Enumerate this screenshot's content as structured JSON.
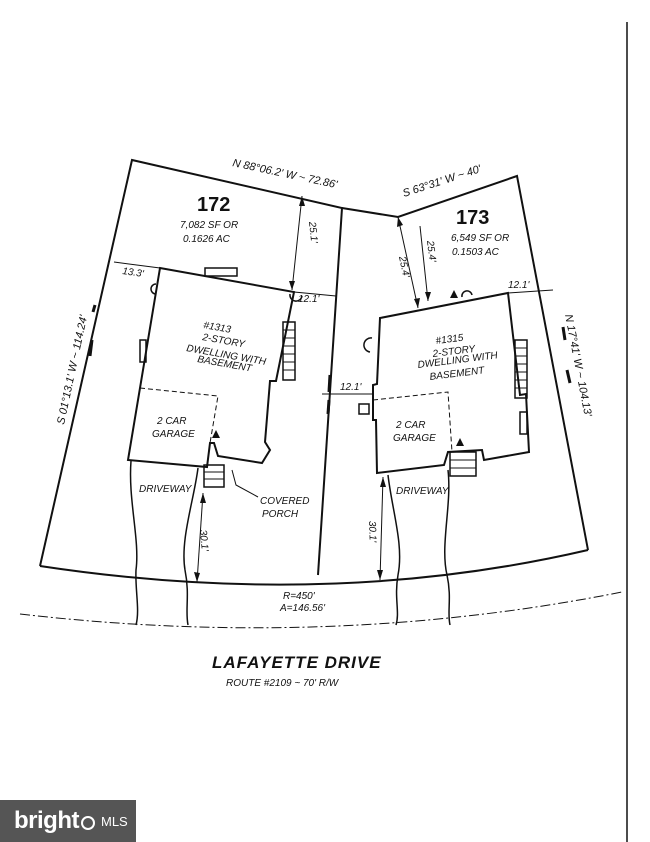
{
  "lots": [
    {
      "number": "172",
      "area_sf": "7,082 SF OR",
      "area_ac": "0.1626 AC",
      "house": {
        "id": "#1313",
        "line1": "2-STORY",
        "line2": "DWELLING WITH",
        "line3": "BASEMENT"
      },
      "garage": {
        "line1": "2 CAR",
        "line2": "GARAGE"
      },
      "driveway": "DRIVEWAY",
      "porch": {
        "line1": "COVERED",
        "line2": "PORCH"
      }
    },
    {
      "number": "173",
      "area_sf": "6,549 SF OR",
      "area_ac": "0.1503 AC",
      "house": {
        "id": "#1315",
        "line1": "2-STORY",
        "line2": "DWELLING WITH",
        "line3": "BASEMENT"
      },
      "garage": {
        "line1": "2 CAR",
        "line2": "GARAGE"
      },
      "driveway": "DRIVEWAY"
    }
  ],
  "bearings": {
    "top_172": "N 88°06.2' W ~ 72.86'",
    "top_173": "S 63°31' W ~ 40'",
    "left": "S 01°13.1' W ~ 114.24'",
    "right": "N 17°41' W ~ 104.13'"
  },
  "dimensions": {
    "d_13_3": "13.3'",
    "d_25_1": "25.1'",
    "d_12_1_a": "12.1'",
    "d_25_4_a": "25.4'",
    "d_25_4_b": "25.4'",
    "d_12_1_b": "12.1'",
    "d_12_1_c": "12.1'",
    "d_30_1_a": "30.1'",
    "d_30_1_b": "30.1'"
  },
  "curve": {
    "radius": "R=450'",
    "arc": "A=146.56'"
  },
  "street": {
    "name": "LAFAYETTE DRIVE",
    "route": "ROUTE #2109 ~ 70' R/W"
  },
  "watermark": {
    "brand": "bright",
    "suffix": "MLS"
  }
}
